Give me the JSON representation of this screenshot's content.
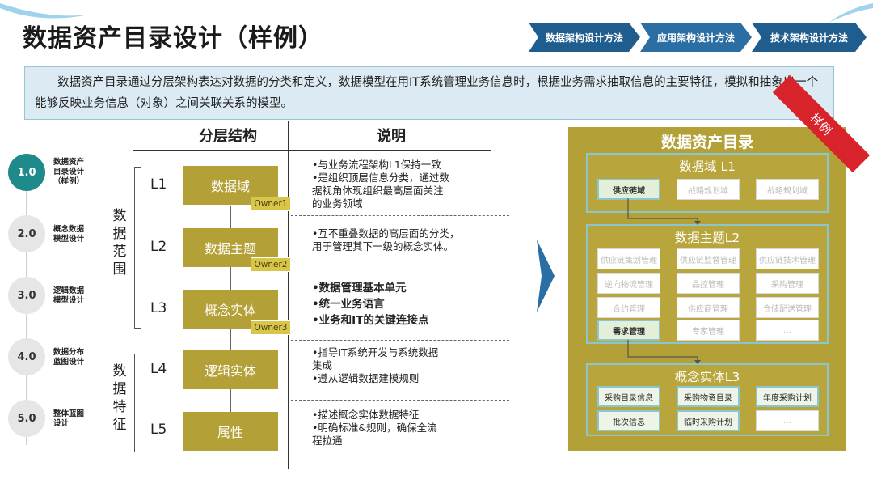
{
  "title": "数据资产目录设计（样例）",
  "nav": [
    "数据架构设计方法",
    "应用架构设计方法",
    "技术架构设计方法"
  ],
  "intro": "数据资产目录通过分层架构表达对数据的分类和定义，数据模型在用IT系统管理业务信息时，根据业务需求抽取信息的主要特征，模拟和抽象出一个能够反映业务信息（对象）之间关联关系的模型。",
  "steps": [
    {
      "num": "1.0",
      "label": [
        "数据资产",
        "目录设计",
        "（样例）"
      ]
    },
    {
      "num": "2.0",
      "label": [
        "概念数据",
        "模型设计"
      ]
    },
    {
      "num": "3.0",
      "label": [
        "逻辑数据",
        "模型设计"
      ]
    },
    {
      "num": "4.0",
      "label": [
        "数据分布",
        "蓝图设计"
      ]
    },
    {
      "num": "5.0",
      "label": [
        "整体蓝图",
        "设计"
      ]
    }
  ],
  "headers": {
    "structure": "分层结构",
    "desc": "说明"
  },
  "groups": [
    {
      "chars": [
        "数",
        "据",
        "范",
        "围"
      ]
    },
    {
      "chars": [
        "数",
        "据",
        "特",
        "征"
      ]
    }
  ],
  "levels": [
    {
      "code": "L1",
      "name": "数据域",
      "owner": "Owner1",
      "desc": [
        "•与业务流程架构L1保持一致",
        "•是组织顶层信息分类，通过数",
        "  据视角体现组织最高层面关注",
        "  的业务领域"
      ]
    },
    {
      "code": "L2",
      "name": "数据主题",
      "owner": "Owner2",
      "desc": [
        "•互不重叠数据的高层面的分类，",
        "  用于管理其下一级的概念实体。"
      ]
    },
    {
      "code": "L3",
      "name": "概念实体",
      "owner": "Owner3",
      "desc": [
        "•数据管理基本单元",
        "•统一业务语言",
        "•业务和IT的关键连接点"
      ]
    },
    {
      "code": "L4",
      "name": "逻辑实体",
      "owner": "",
      "desc": [
        "•指导IT系统开发与系统数据",
        "  集成",
        "•遵从逻辑数据建模规则"
      ]
    },
    {
      "code": "L5",
      "name": "属性",
      "owner": "",
      "desc": [
        "•描述概念实体数据特征",
        "•明确标准&规则，确保全流",
        "  程拉通"
      ]
    }
  ],
  "catalog": {
    "title": "数据资产目录",
    "banner": "样例",
    "l1": {
      "title": "数据域  L1",
      "cells": [
        "供应链域",
        "战略规划域",
        "战略规划域"
      ]
    },
    "l2": {
      "title": "数据主题L2",
      "cells": [
        "供应链策划管理",
        "供应链监督管理",
        "供应链技术管理",
        "逆向物流管理",
        "品控管理",
        "采购管理",
        "合约管理",
        "供应商管理",
        "仓储配送管理",
        "需求管理",
        "专家管理",
        "..."
      ]
    },
    "l3": {
      "title": "概念实体L3",
      "cells": [
        "采购目录信息",
        "采购物资目录",
        "年度采购计划",
        "批次信息",
        "临时采购计划",
        "..."
      ]
    }
  },
  "colors": {
    "olive": "#b3a036",
    "teal": "#1f8a8a",
    "navBlue": "#1f5d8e",
    "banner": "#d9232a"
  }
}
